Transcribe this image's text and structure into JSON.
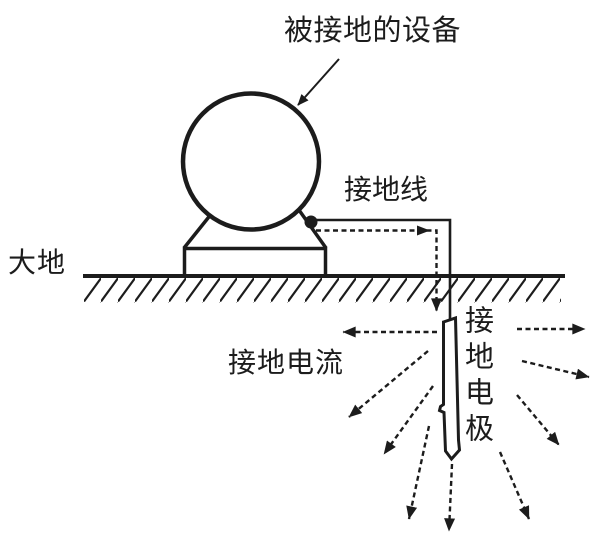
{
  "labels": {
    "equipment": "被接地的设备",
    "grounding_wire": "接地线",
    "earth": "大地",
    "ground_current": "接地电流",
    "ground_electrode": "接地电极"
  },
  "colors": {
    "ink": "#1c1c1c",
    "background": "#ffffff"
  }
}
